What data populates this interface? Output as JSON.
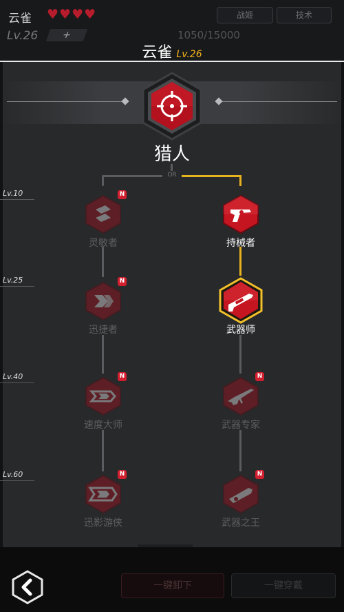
{
  "background_hud": {
    "character_name": "云雀",
    "hearts": "♥♥♥♥",
    "btn_a": "战姬",
    "btn_b": "技术",
    "level": "Lv.26",
    "plus": "+",
    "exp": "1050/15000"
  },
  "header": {
    "name": "云雀",
    "level": "Lv.26"
  },
  "class": {
    "name": "猎人",
    "icon": "crosshair-icon"
  },
  "branch": {
    "or_label": "OR"
  },
  "level_markers": [
    "Lv.10",
    "Lv.25",
    "Lv.40",
    "Lv.60"
  ],
  "left_branch": [
    {
      "label": "灵敏者",
      "icon": "agility-icon",
      "badge": "N",
      "state": "locked"
    },
    {
      "label": "迅捷者",
      "icon": "swift-icon",
      "badge": "N",
      "state": "locked"
    },
    {
      "label": "速度大师",
      "icon": "speed-master-icon",
      "badge": "N",
      "state": "locked"
    },
    {
      "label": "迅影游侠",
      "icon": "shadow-ranger-icon",
      "badge": "N",
      "state": "locked"
    }
  ],
  "right_branch": [
    {
      "label": "持械者",
      "icon": "revolver-icon",
      "state": "unlocked"
    },
    {
      "label": "武器师",
      "icon": "shotgun-icon",
      "state": "selected"
    },
    {
      "label": "武器专家",
      "icon": "rifle-icon",
      "badge": "N",
      "state": "locked"
    },
    {
      "label": "武器之王",
      "icon": "launcher-icon",
      "badge": "N",
      "state": "locked"
    }
  ],
  "footer": {
    "back_icon": "chevron-left-icon",
    "unequip_all": "一键卸下",
    "equip_all": "一键穿戴"
  },
  "colors": {
    "accent_gold": "#e9b320",
    "hex_red": "#b3111d",
    "badge_red": "#d21f2f"
  }
}
